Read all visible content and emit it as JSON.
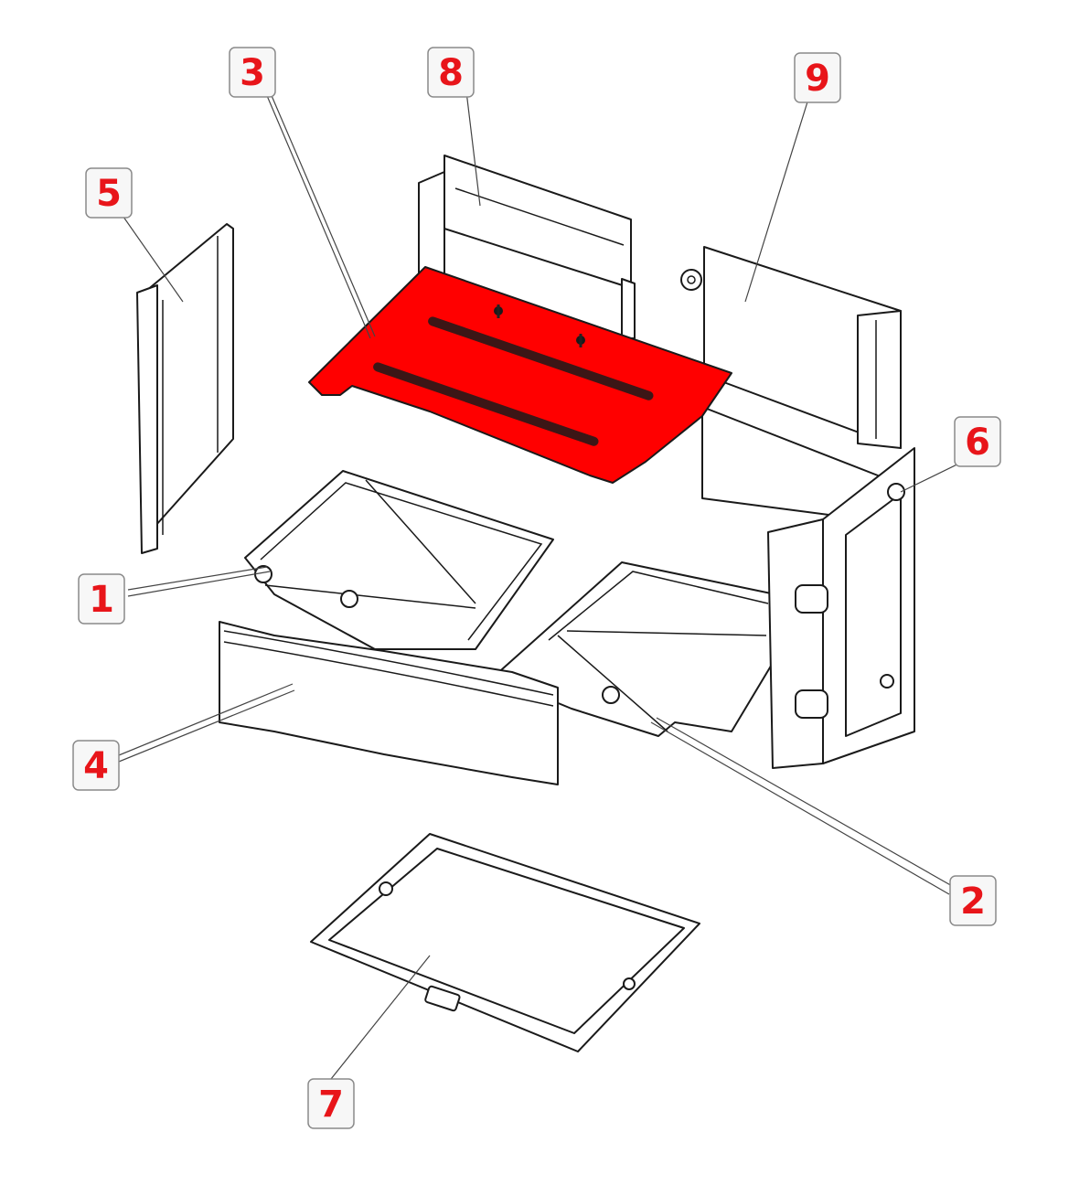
{
  "highlight_color": "#ff0000",
  "callout_text_color": "#e8151a",
  "highlighted_part": "3",
  "parts": [
    {
      "id": "1",
      "label": "1"
    },
    {
      "id": "2",
      "label": "2"
    },
    {
      "id": "3",
      "label": "3"
    },
    {
      "id": "4",
      "label": "4"
    },
    {
      "id": "5",
      "label": "5"
    },
    {
      "id": "6",
      "label": "6"
    },
    {
      "id": "7",
      "label": "7"
    },
    {
      "id": "8",
      "label": "8"
    },
    {
      "id": "9",
      "label": "9"
    }
  ]
}
